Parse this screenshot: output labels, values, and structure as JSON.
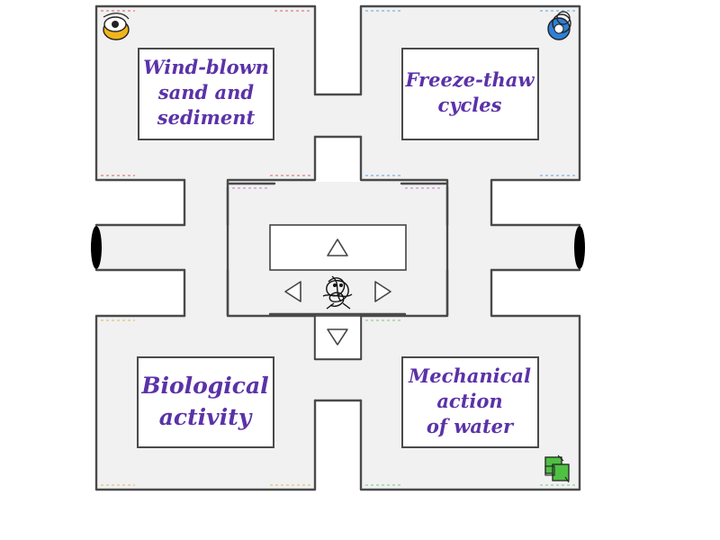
{
  "rooms": {
    "top_left": {
      "lines": [
        "Wind-blown",
        "sand and",
        "sediment"
      ]
    },
    "top_right": {
      "lines": [
        "Freeze-thaw",
        "cycles"
      ]
    },
    "bottom_left": {
      "lines": [
        "Biological",
        "activity"
      ]
    },
    "bottom_right": {
      "lines": [
        "Mechanical",
        "action",
        "of water"
      ]
    }
  },
  "controls": [
    "up",
    "left",
    "right",
    "down"
  ],
  "icons": {
    "top_left": "yellow-eye-monster-icon",
    "top_right": "blue-ring-monster-icon",
    "bottom_right": "green-block-monster-icon",
    "player": "scribble-player-icon",
    "left_portal": "black-portal-icon",
    "right_portal": "black-portal-icon"
  },
  "colors": {
    "answer_text": "#5b32a8",
    "wall": "#4a4a4a",
    "floor": "#f1f1f1",
    "monster_yellow": "#f0b41c",
    "monster_blue": "#2f7fd8",
    "monster_green": "#4fc043"
  }
}
